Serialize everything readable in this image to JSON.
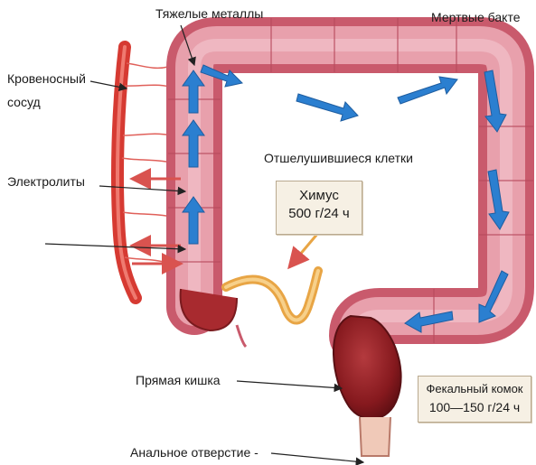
{
  "labels": {
    "heavy_metals": "Тяжелые металлы",
    "dead_bacteria": "Мертвые бакте",
    "blood_vessel_line1": "Кровеносный",
    "blood_vessel_line2": "сосуд",
    "electrolytes": "Электролиты",
    "exfoliated_cells": "Отшелушившиеся клетки",
    "rectum": "Прямая кишка",
    "anus": "Анальное отверстие -"
  },
  "chyme_box": {
    "title": "Химус",
    "value": "500 г/24 ч"
  },
  "fecal_box": {
    "title": "Фекальный комок",
    "value": "100—150 г/24 ч"
  },
  "colors": {
    "colon_outer": "#c95a6c",
    "colon_inner": "#e8a0ac",
    "flow_arrow": "#2b7fd0",
    "vessel": "#d63a32",
    "rectum": "#8e1f24",
    "chyme": "#e8a545"
  }
}
